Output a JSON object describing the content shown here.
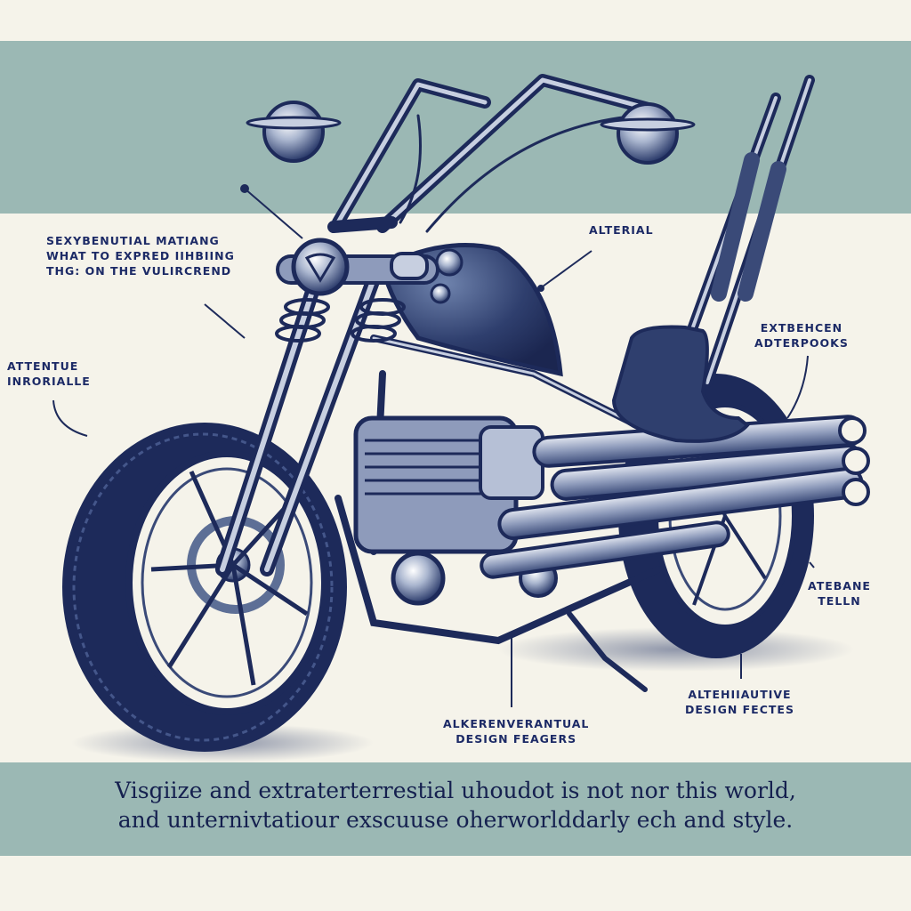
{
  "theme": {
    "paper": "#f5f3ea",
    "band": "#9bb8b4",
    "ink": "#1c2a66",
    "dark_ink": "#15204f",
    "metal": "#5d6f96"
  },
  "illustration": {
    "subject": "chopper motorcycle",
    "parts": [
      "mirror-left",
      "mirror-right",
      "ape-hanger-handlebars",
      "headlight",
      "fuel-tank",
      "front-forks",
      "front-wheel",
      "v-twin-engine",
      "seat",
      "sissy-bar",
      "exhaust-pipes",
      "rear-wheel",
      "kickstand"
    ]
  },
  "labels": [
    {
      "id": "top-left",
      "lines": [
        "SEXYBENUTIAL MATIANG",
        "WHAT TO EXPRED IIHBIING",
        "THG: ON THE VULIRCREND"
      ]
    },
    {
      "id": "alterial",
      "lines": [
        "ALTERIAL"
      ]
    },
    {
      "id": "left-mid",
      "lines": [
        "ATTENTUE",
        "INRORIALLE"
      ]
    },
    {
      "id": "right-top",
      "lines": [
        "EXTBEHCEN",
        "ADTERPOOKS"
      ]
    },
    {
      "id": "right-low",
      "lines": [
        "ATEBANE",
        "TELLN"
      ]
    },
    {
      "id": "bottom-center",
      "lines": [
        "ALKERENVERANTUAL",
        "DESIGN FEAGERS"
      ]
    },
    {
      "id": "bottom-right",
      "lines": [
        "ALTEHIIAUTIVE",
        "DESIGN  FECTES"
      ]
    }
  ],
  "caption": {
    "lines": [
      "Visgiize and extraterterrestial uhoudot is not nor this world,",
      "and unternivtatiour exscuuse oherworlddarly  ech and style."
    ]
  }
}
